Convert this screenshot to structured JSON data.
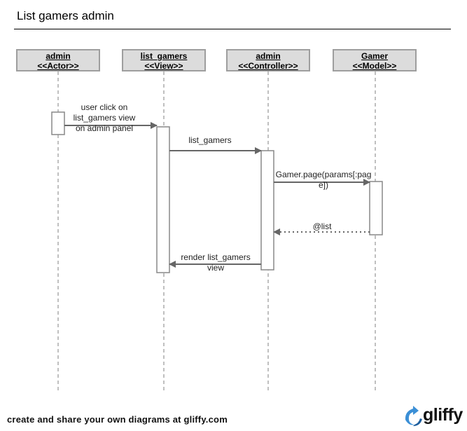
{
  "title": "List gamers admin",
  "participants": [
    {
      "name": "admin",
      "stereotype": "<<Actor>>"
    },
    {
      "name": "list_gamers",
      "stereotype": "<<View>>"
    },
    {
      "name": "admin",
      "stereotype": "<<Controller>>"
    },
    {
      "name": "Gamer",
      "stereotype": "<<Model>>"
    }
  ],
  "messages": {
    "m1": {
      "line1": "user click on",
      "line2": "list_gamers view",
      "line3": "on admin panel"
    },
    "m2": {
      "line1": "list_gamers"
    },
    "m3": {
      "line1": "Gamer.page(params[:pag",
      "line2": "e])"
    },
    "m4": {
      "line1": "@list"
    },
    "m5": {
      "line1": "render list_gamers",
      "line2": "view"
    }
  },
  "footer": {
    "text": "create and share your own diagrams at gliffy.com",
    "logo_text": "gliffy"
  },
  "colors": {
    "header_fill": "#dcdcdc",
    "header_border": "#9e9e9e",
    "arrow": "#555555",
    "lifeline": "#9e9e9e",
    "logo_blue": "#3b8fd6"
  }
}
